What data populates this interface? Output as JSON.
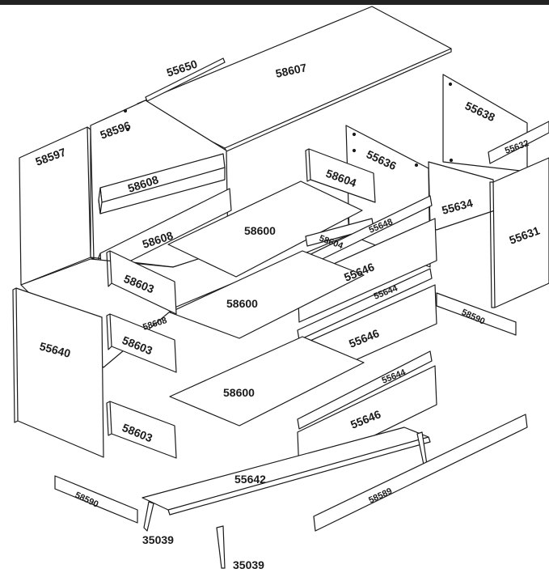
{
  "diagram": {
    "parts": {
      "p58597": "58597",
      "p55650": "55650",
      "p58596": "58596",
      "p58607": "58607",
      "p58608_a": "58608",
      "p58608_b": "58608",
      "p58608_c": "58608",
      "p58604_a": "58604",
      "p58604_b": "58604",
      "p55636": "55636",
      "p55638": "55638",
      "p55632": "55632",
      "p55634": "55634",
      "p55631": "55631",
      "p58600_a": "58600",
      "p58600_b": "58600",
      "p58600_c": "58600",
      "p55648": "55648",
      "p55646_a": "55646",
      "p55646_b": "55646",
      "p55646_c": "55646",
      "p55644_a": "55644",
      "p55644_b": "55644",
      "p58603_a": "58603",
      "p58603_b": "58603",
      "p58603_c": "58603",
      "p55640": "55640",
      "p58590_a": "58590",
      "p58590_b": "58590",
      "p55642": "55642",
      "p58589": "58589",
      "p35039_a": "35039",
      "p35039_b": "35039"
    }
  },
  "colors": {
    "stroke": "#1a1a1a",
    "fill": "#ffffff",
    "topbar": "#222222"
  }
}
